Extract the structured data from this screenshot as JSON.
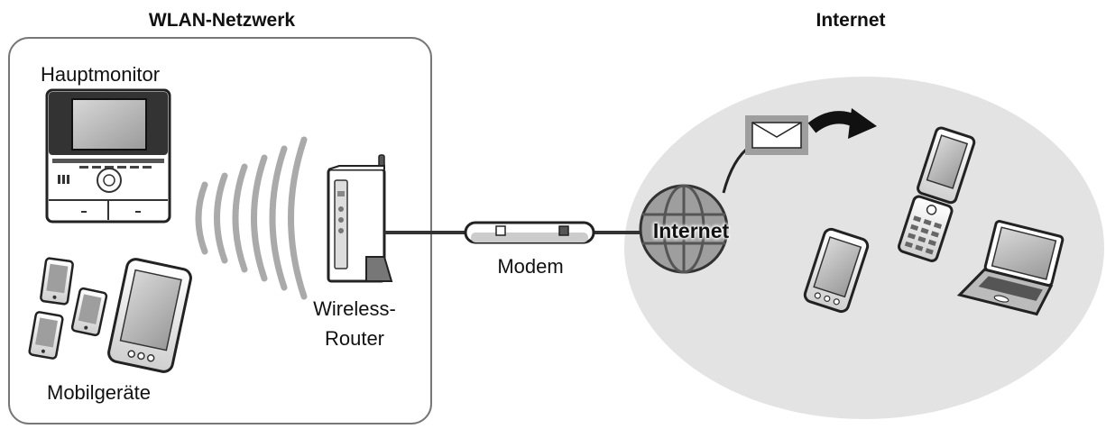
{
  "labels": {
    "wlan_network": "WLAN-Netzwerk",
    "internet_heading": "Internet",
    "main_monitor": "Hauptmonitor",
    "mobile_devices": "Mobilgeräte",
    "router_line1": "Wireless-",
    "router_line2": "Router",
    "modem": "Modem",
    "globe": "Internet"
  },
  "colors": {
    "outline": "#222222",
    "cloud": "#e3e3e3",
    "device_fill": "#ffffff",
    "screen": "#bdbdbd",
    "dark": "#333333"
  }
}
